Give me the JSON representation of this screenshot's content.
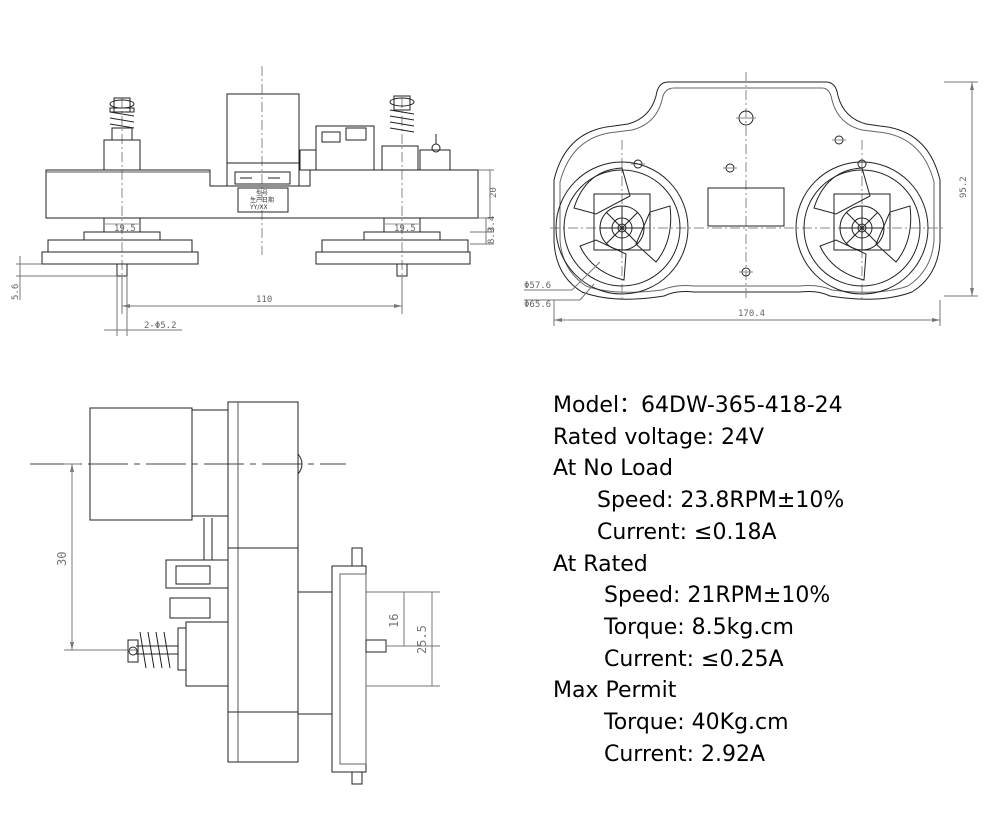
{
  "drawing": {
    "top_view_dims": {
      "d1": "19.5",
      "d2": "19.5",
      "height": "20",
      "d3": "3.4",
      "d4": "8.9",
      "d5": "5.6",
      "length": "110",
      "holes": "2-Φ5.2",
      "label_line1": "型号",
      "label_line2": "生产日期",
      "label_line3": "YY/XX"
    },
    "front_view_dims": {
      "dia1": "Φ57.6",
      "dia2": "Φ65.6",
      "width": "170.4",
      "height": "95.2"
    },
    "side_view_dims": {
      "offset": "30",
      "shaft1": "16",
      "shaft2": "25.5"
    }
  },
  "specs": {
    "model": "Model：64DW-365-418-24",
    "voltage": "Rated voltage: 24V",
    "no_load_title": "At No Load",
    "no_load_speed": "Speed: 23.8RPM±10%",
    "no_load_current": "Current: ≤0.18A",
    "rated_title": "At Rated",
    "rated_speed": "Speed: 21RPM±10%",
    "rated_torque": "Torque: 8.5kg.cm",
    "rated_current": "Current: ≤0.25A",
    "max_title": "Max Permit",
    "max_torque": "Torque: 40Kg.cm",
    "max_current": "Current: 2.92A"
  }
}
